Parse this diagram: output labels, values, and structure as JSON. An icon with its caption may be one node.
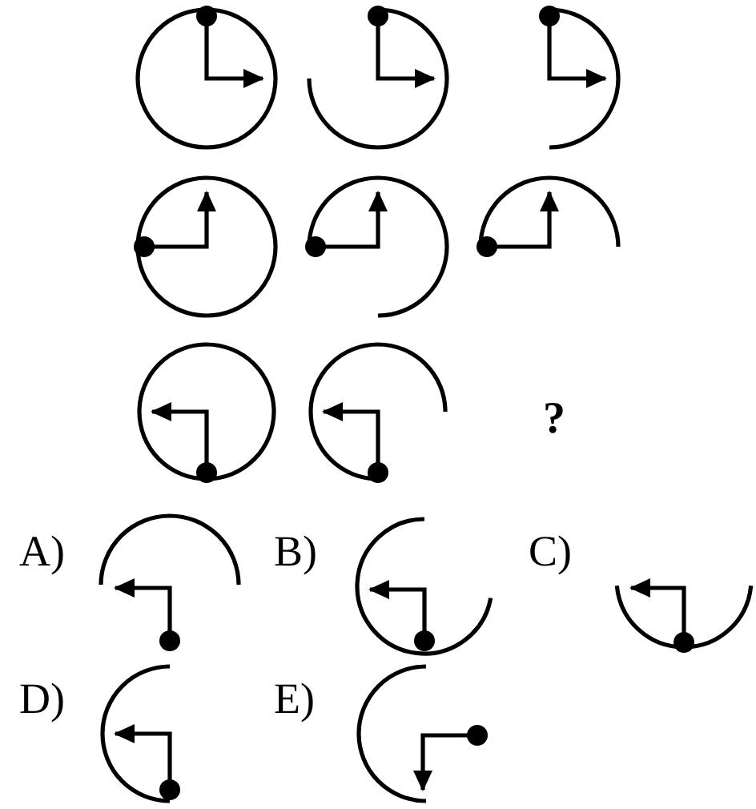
{
  "diagram": {
    "labels": [
      "?",
      "A)",
      "B)",
      "C)",
      "D)",
      "E)"
    ]
  }
}
